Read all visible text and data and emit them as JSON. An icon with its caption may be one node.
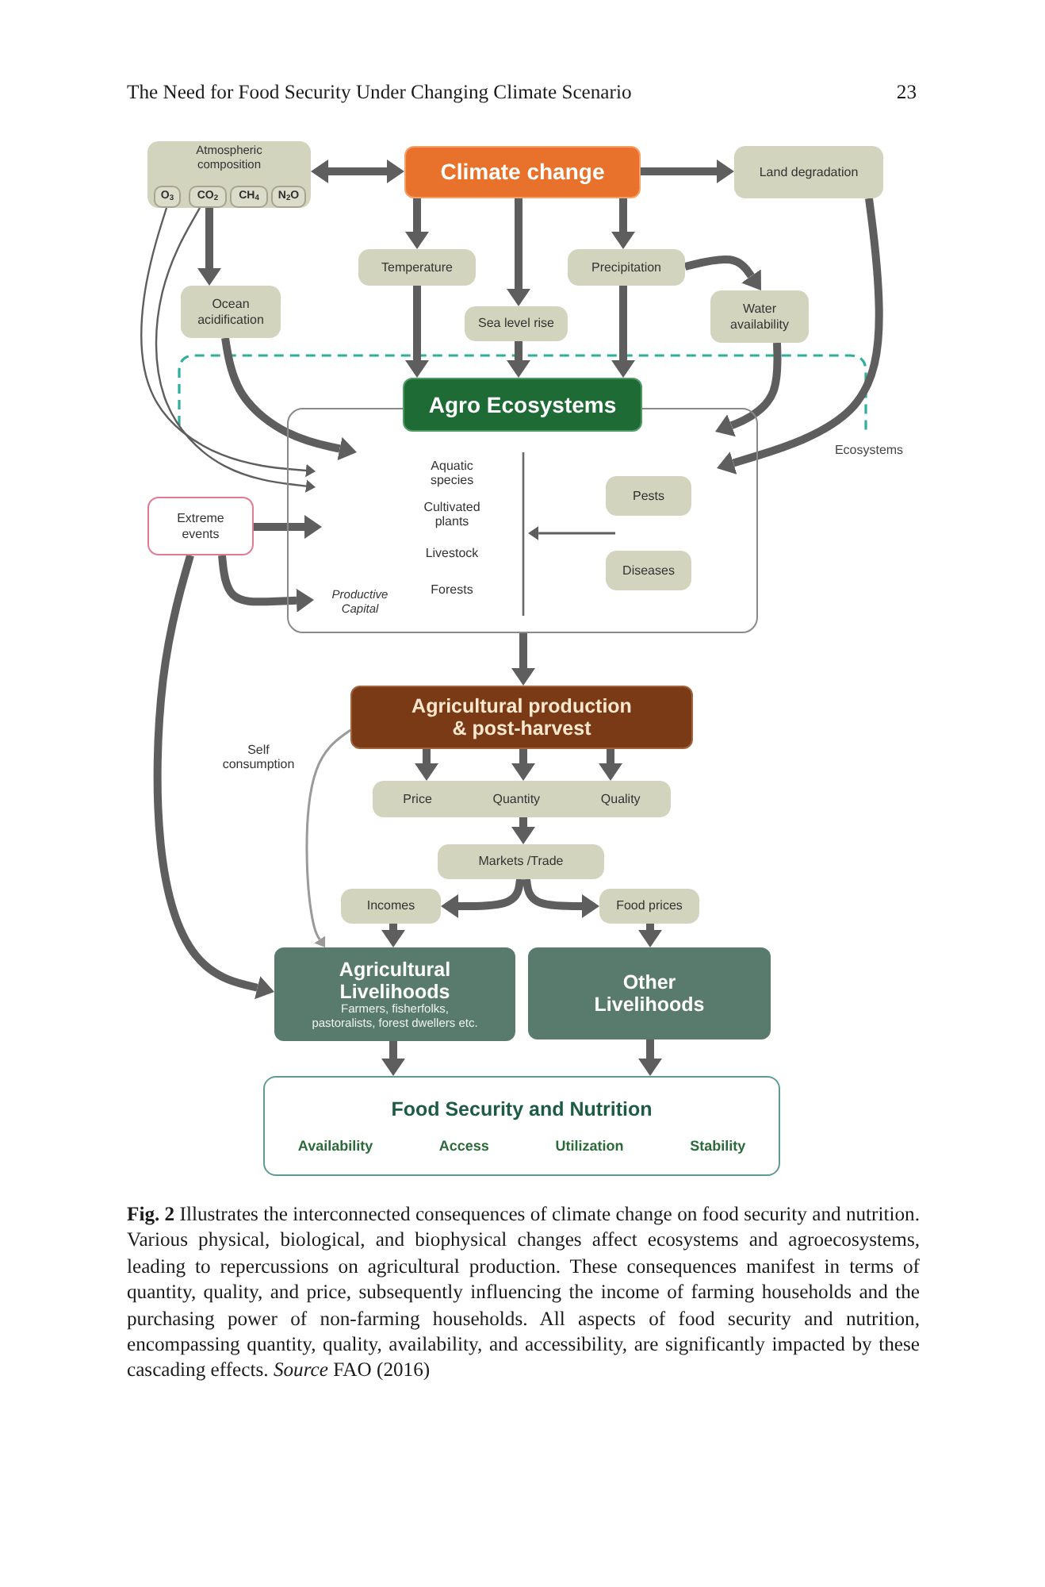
{
  "diagram": {
    "caption": "**Fig. 2** Illustrates the interconnected consequences of climate change on food security and nutrition. Various physical, biological, and biophysical changes affect ecosystems and agroecosystems, leading to repercussions on agricultural production. These consequences manifest in terms of quantity, quality, and price, subsequently influencing the income of farming households and the purchasing power of non-farming households. All aspects of food security and nutrition, encompassing quantity, quality, availability, and accessibility, are significantly impacted by these cascading effects. *Source* FAO (2016)",
    "nodes": [
      {
        "text": [
          "Atmospheric composition"
        ]
      },
      {
        "text": [
          "O$_{3}$"
        ],
        "in": 0
      },
      {
        "text": [
          "CO$_{2}$"
        ],
        "in": 0
      },
      {
        "text": [
          "CH$_{4}$"
        ],
        "in": 0
      },
      {
        "text": [
          "N$_{2}$O"
        ],
        "in": 0
      },
      {
        "text": [
          "Climate change"
        ]
      },
      {
        "text": [
          "Land degradation"
        ]
      },
      {
        "text": [
          "Temperature"
        ]
      },
      {
        "text": [
          "Precipitation"
        ]
      },
      {
        "text": [
          "Ocean acidification"
        ]
      },
      {
        "text": [
          "Sea level rise"
        ]
      },
      {
        "text": [
          "Water availability"
        ]
      },
      {
        "text": [
          "Agro Ecosystems"
        ]
      },
      {
        "text": [
          "Aquatic species",
          "Cultivated plants",
          "Livestock",
          "Forests",
          "Productive Capital"
        ]
      },
      {
        "text": [
          "Extreme events"
        ]
      },
      {
        "text": [
          "Pests"
        ],
        "in": 13
      },
      {
        "text": [
          "Diseases"
        ],
        "in": 13
      },
      {
        "text": [
          "Agricultural production & post-harvest"
        ]
      },
      {
        "text": [
          "Price",
          "Quantity",
          "Quality"
        ]
      },
      {
        "text": [
          "Markets /Trade"
        ]
      },
      {
        "text": [
          "Incomes"
        ]
      },
      {
        "text": [
          "Food prices"
        ]
      },
      {
        "text": [
          "Agricultural Livelihoods",
          "Farmers, fisherfolks, pastoralists, forest dwellers etc."
        ]
      },
      {
        "text": [
          "Other Livelihoods"
        ]
      },
      {
        "text": [
          "Food Security and Nutrition",
          "Availability",
          "Access",
          "Utilization",
          "Stability"
        ]
      }
    ],
    "edges": [
      {
        "from": 0,
        "to": 5,
        "arrow": "both"
      },
      {
        "from": 5,
        "to": 6,
        "arrow": "to"
      },
      {
        "from": 5,
        "to": 7,
        "arrow": "to"
      },
      {
        "from": 5,
        "to": 10,
        "arrow": "to"
      },
      {
        "from": 5,
        "to": 8,
        "arrow": "to"
      },
      {
        "from": 2,
        "to": 9,
        "arrow": "to"
      },
      {
        "from": 8,
        "to": 11,
        "arrow": "to"
      },
      {
        "from": 7,
        "to": 12,
        "arrow": "to"
      },
      {
        "from": 10,
        "to": 12,
        "arrow": "to"
      },
      {
        "from": 8,
        "to": 12,
        "arrow": "to"
      },
      {
        "from": 1,
        "to": 13,
        "arrow": "to"
      },
      {
        "from": 2,
        "to": 13,
        "arrow": "to"
      },
      {
        "from": 9,
        "to": 13,
        "arrow": "to"
      },
      {
        "from": 11,
        "to": 13,
        "arrow": "to"
      },
      {
        "from": 6,
        "to": 13,
        "arrow": "to"
      },
      {
        "from": 14,
        "to": 13,
        "arrow": "to"
      },
      {
        "from": 14,
        "to": 13,
        "arrow": "to"
      },
      {
        "from": 15,
        "to": null,
        "arrow": "to"
      },
      {
        "from": 16,
        "to": null,
        "arrow": "to"
      },
      {
        "from": 13,
        "to": 17,
        "arrow": "to"
      },
      {
        "from": 17,
        "to": 18,
        "arrow": "to"
      },
      {
        "from": 17,
        "to": 18,
        "arrow": "to"
      },
      {
        "from": 17,
        "to": 18,
        "arrow": "to"
      },
      {
        "from": 18,
        "to": 19,
        "arrow": "to"
      },
      {
        "from": 19,
        "to": 20,
        "arrow": "to"
      },
      {
        "from": 19,
        "to": 21,
        "arrow": "to"
      },
      {
        "from": 17,
        "to": 22,
        "arrow": "to",
        "label": "Self consumption",
        "color": "#9a9a9a"
      },
      {
        "from": 14,
        "to": 22,
        "arrow": "to"
      },
      {
        "from": 20,
        "to": 22,
        "arrow": "to"
      },
      {
        "from": 21,
        "to": 23,
        "arrow": "to"
      },
      {
        "from": 22,
        "to": 24,
        "arrow": "to"
      },
      {
        "from": 23,
        "to": 24,
        "arrow": "to"
      }
    ],
    "labels": [
      "The Need for Food Security Under Changing Climate Scenario",
      "23",
      "Ecosystems"
    ]
  }
}
